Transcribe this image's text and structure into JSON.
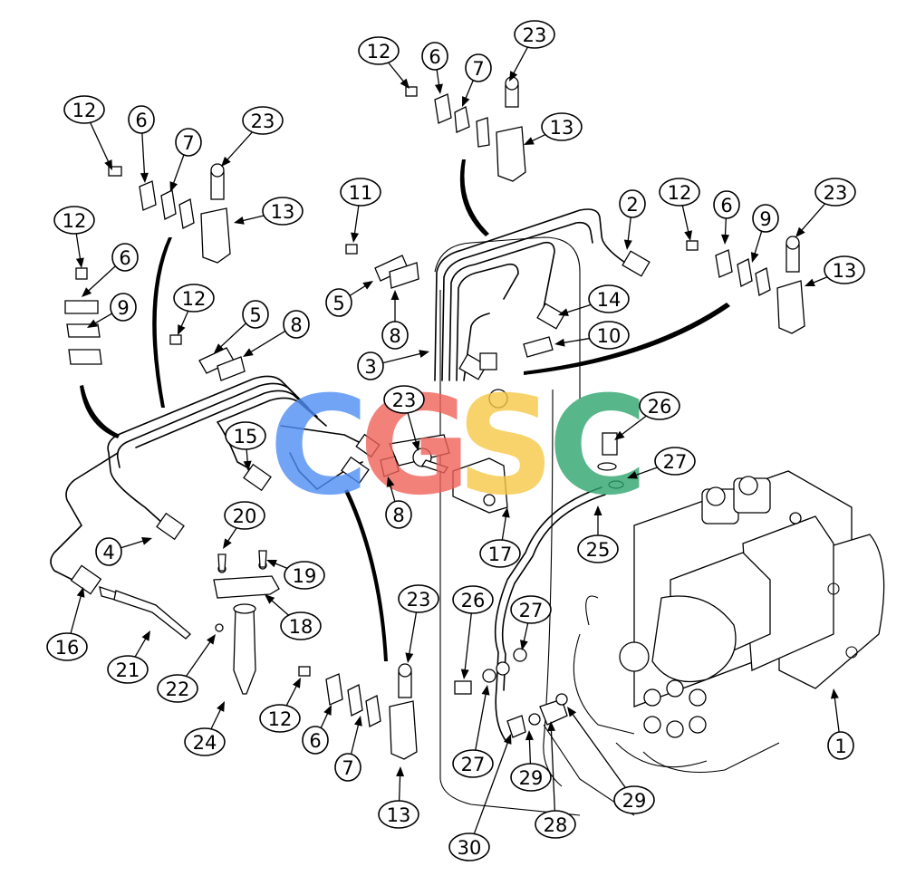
{
  "watermark": {
    "letters": [
      {
        "text": "C",
        "color": "#4f8ef5"
      },
      {
        "text": "G",
        "color": "#f0625a"
      },
      {
        "text": "S",
        "color": "#f7c948"
      },
      {
        "text": "C",
        "color": "#2fa46f"
      }
    ]
  },
  "callouts": [
    {
      "label": "12"
    },
    {
      "label": "6"
    },
    {
      "label": "7"
    },
    {
      "label": "23"
    },
    {
      "label": "13"
    },
    {
      "label": "12"
    },
    {
      "label": "6"
    },
    {
      "label": "7"
    },
    {
      "label": "23"
    },
    {
      "label": "13"
    },
    {
      "label": "12"
    },
    {
      "label": "6"
    },
    {
      "label": "9"
    },
    {
      "label": "12"
    },
    {
      "label": "5"
    },
    {
      "label": "8"
    },
    {
      "label": "11"
    },
    {
      "label": "5"
    },
    {
      "label": "8"
    },
    {
      "label": "3"
    },
    {
      "label": "2"
    },
    {
      "label": "14"
    },
    {
      "label": "10"
    },
    {
      "label": "12"
    },
    {
      "label": "6"
    },
    {
      "label": "9"
    },
    {
      "label": "23"
    },
    {
      "label": "13"
    },
    {
      "label": "23"
    },
    {
      "label": "15"
    },
    {
      "label": "8"
    },
    {
      "label": "17"
    },
    {
      "label": "26"
    },
    {
      "label": "27"
    },
    {
      "label": "25"
    },
    {
      "label": "4"
    },
    {
      "label": "20"
    },
    {
      "label": "19"
    },
    {
      "label": "18"
    },
    {
      "label": "16"
    },
    {
      "label": "21"
    },
    {
      "label": "22"
    },
    {
      "label": "24"
    },
    {
      "label": "23"
    },
    {
      "label": "12"
    },
    {
      "label": "6"
    },
    {
      "label": "7"
    },
    {
      "label": "13"
    },
    {
      "label": "26"
    },
    {
      "label": "27"
    },
    {
      "label": "27"
    },
    {
      "label": "29"
    },
    {
      "label": "30"
    },
    {
      "label": "28"
    },
    {
      "label": "29"
    },
    {
      "label": "1"
    }
  ]
}
